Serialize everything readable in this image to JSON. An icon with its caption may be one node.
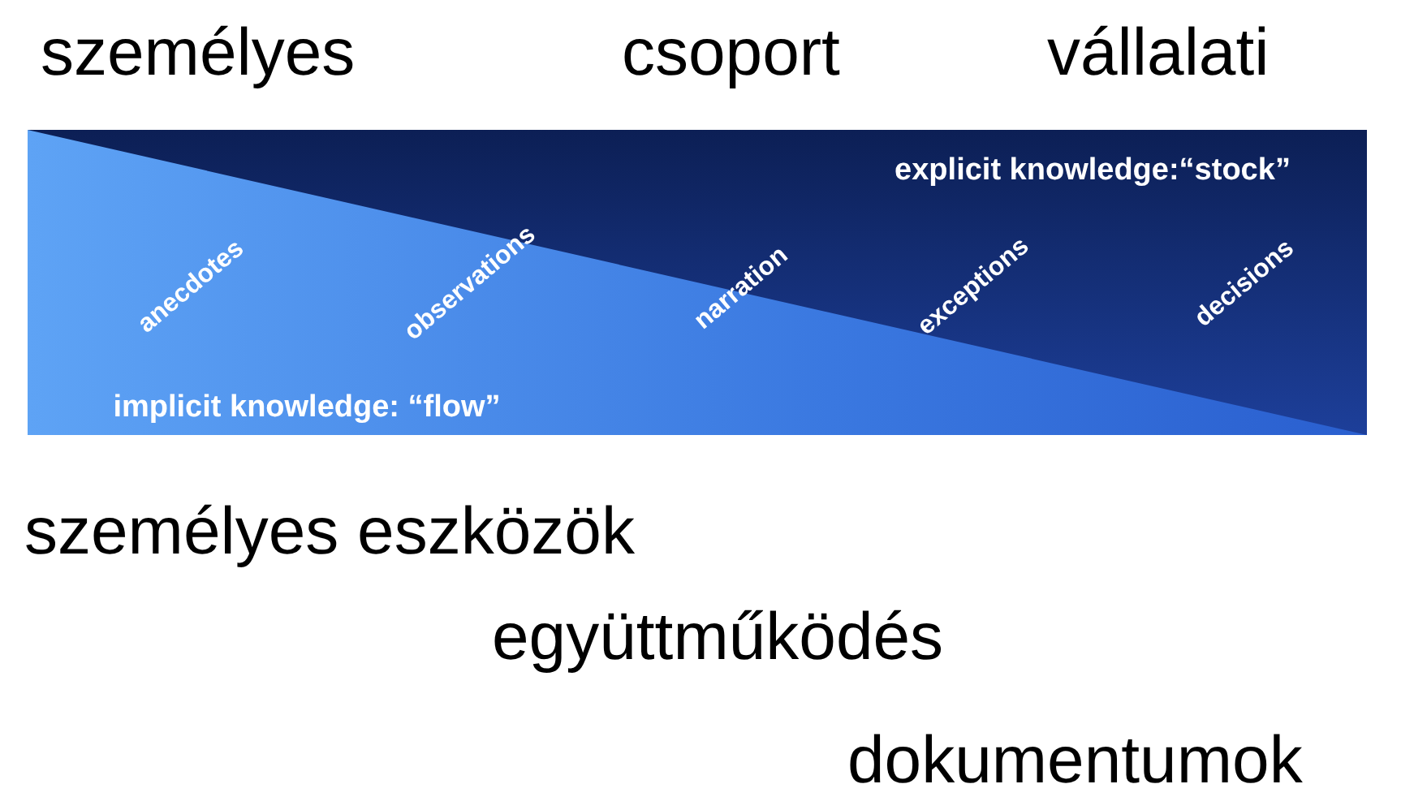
{
  "diagram": {
    "nodes": [
      {
        "text": [
          "explicit knowledge:“stock”",
          "anecdotes",
          "observations",
          "narration",
          "exceptions",
          "decisions",
          "implicit knowledge: “flow”"
        ]
      }
    ],
    "labels": [
      "személyes",
      "csoport",
      "vállalati",
      "személyes eszközök",
      "együttműködés",
      "dokumentumok"
    ]
  }
}
